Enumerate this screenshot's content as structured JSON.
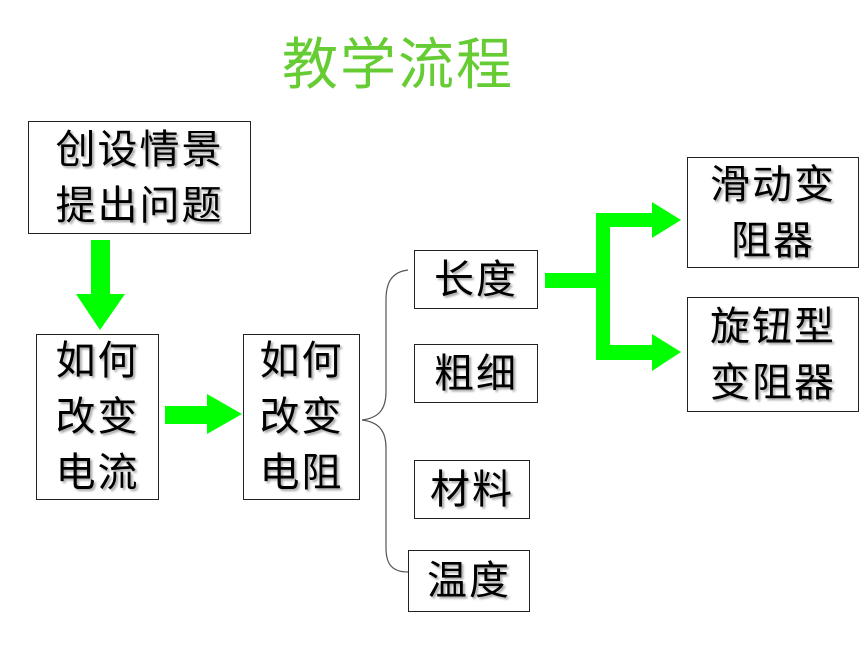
{
  "title": "教学流程",
  "colors": {
    "title": "#66cc33",
    "arrow": "#00ff00",
    "border": "#222222"
  },
  "nodes": {
    "scenario": "创设情景\n提出问题",
    "change_current": "如何\n改变\n电流",
    "change_resistance": "如何\n改变\n电阻",
    "length": "长度",
    "thickness": "粗细",
    "material": "材料",
    "temperature": "温度",
    "slide_rheostat": "滑动变\n阻器",
    "rotary_rheostat": "旋钮型\n变阻器"
  }
}
